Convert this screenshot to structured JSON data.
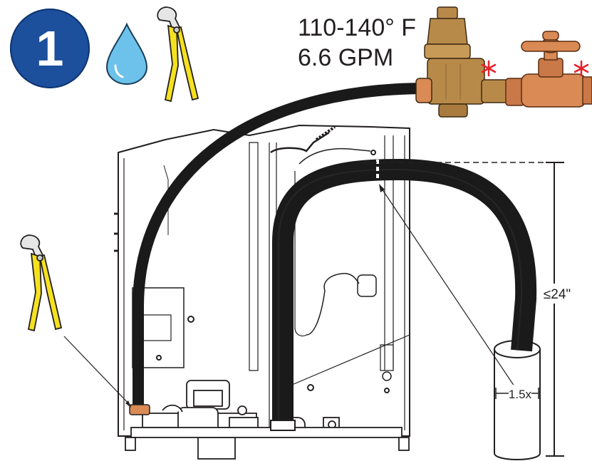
{
  "step": {
    "number": "1"
  },
  "supply": {
    "temperature": "110-140° F",
    "flow_rate": "6.6 GPM"
  },
  "drain": {
    "max_height": "≤24\"",
    "pipe_ratio": "1.5x"
  },
  "colors": {
    "badge_blue": "#1c4f9c",
    "water_drop": "#6cc2ea",
    "wrench_handle": "#f5e11e",
    "hose": "#1a1a1a",
    "valve_brass": "#b88a4a",
    "shutoff_copper": "#d98a55",
    "marker_red": "#e8202a"
  },
  "icons": [
    "water-drop-icon",
    "wrench-icon",
    "wrench-icon",
    "asterisk-icon",
    "asterisk-icon"
  ]
}
